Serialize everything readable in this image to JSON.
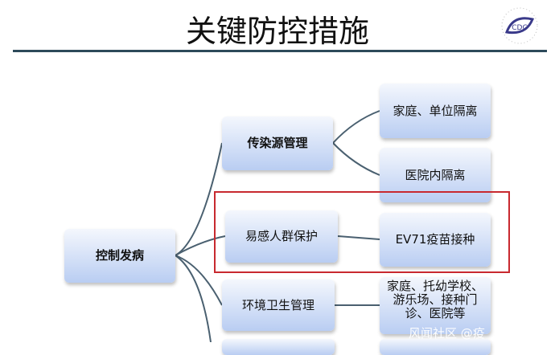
{
  "title": "关键防控措施",
  "logo": "CDC",
  "root": "控制发病",
  "branches": [
    {
      "label": "传染源管理",
      "children": [
        "家庭、单位隔离",
        "医院内隔离"
      ]
    },
    {
      "label": "易感人群保护",
      "children": [
        "EV71疫苗接种"
      ]
    },
    {
      "label": "环境卫生管理",
      "children": [
        "家庭、托幼学校、游乐场、接种门诊、医院等"
      ]
    }
  ],
  "watermark": "风闻社区 @疫",
  "colors": {
    "highlight": "#c8292f",
    "line": "#4a6070"
  }
}
